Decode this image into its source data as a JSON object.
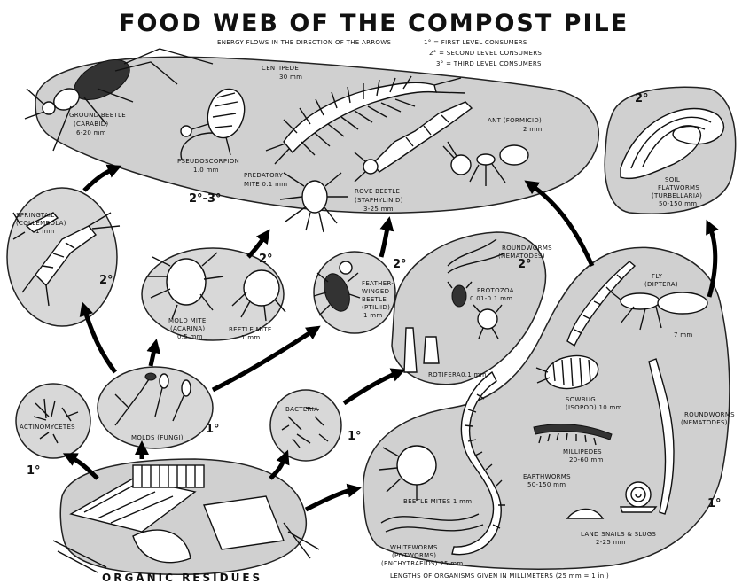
{
  "title": "FOOD WEB OF THE COMPOST PILE",
  "legend": {
    "line1": "ENERGY FLOWS IN THE DIRECTION OF THE ARROWS",
    "first": "1° = FIRST LEVEL CONSUMERS",
    "second": "2° = SECOND LEVEL CONSUMERS",
    "third": "3° = THIRD LEVEL CONSUMERS"
  },
  "footer_note": "LENGTHS OF ORGANISMS GIVEN IN MILLIMETERS (25 mm = 1 in.)",
  "levels": {
    "top_group": "2°-3°",
    "flatworm": "2°",
    "springtail": "2°",
    "mites": "2°",
    "beetle": "2°",
    "protozoa": "2°",
    "molds": "1°",
    "actinomycetes": "1°",
    "bacteria": "1°",
    "bottom_group": "1°"
  },
  "organisms": {
    "ground_beetle": [
      "GROUND BEETLE",
      "(CARABID)",
      "6-20 mm"
    ],
    "centipede": [
      "CENTIPEDE",
      "30 mm"
    ],
    "pseudoscorpion": [
      "PSEUDOSCORPION",
      "1.0 mm"
    ],
    "predatory_mite": [
      "PREDATORY",
      "MITE  0.1 mm"
    ],
    "rove_beetle": [
      "ROVE BEETLE",
      "(STAPHYLINID)",
      "3-25 mm"
    ],
    "ant": [
      "ANT (FORMICID)",
      "2 mm"
    ],
    "flatworm": [
      "SOIL",
      "FLATWORMS",
      "(TURBELLARIA)",
      "50-150 mm"
    ],
    "springtail": [
      "SPRINGTAIL",
      "(COLLEMBOLA)",
      "1 mm"
    ],
    "mold_mite": [
      "MOLD MITE",
      "(ACARINA)",
      "0.5 mm"
    ],
    "beetle_mite": [
      "BEETLE MITE",
      "1 mm"
    ],
    "feather_winged_beetle": [
      "FEATHER-",
      "WINGED",
      "BEETLE",
      "(PTILIID)",
      "1 mm"
    ],
    "roundworm": [
      "ROUNDWORMS",
      "(NEMATODES)"
    ],
    "protozoa": [
      "PROTOZOA",
      "0.01-0.1 mm"
    ],
    "rotifera": [
      "ROTIFERA",
      "0.1 mm"
    ],
    "fly": [
      "FLY",
      "(DIPTERA)"
    ],
    "fly_size": "7 mm",
    "sowbug": [
      "SOWBUG",
      "(ISOPOD) 10 mm"
    ],
    "millipede": [
      "MILLIPEDES",
      "20-60 mm"
    ],
    "earthworm": [
      "EARTHWORMS",
      "50-150 mm"
    ],
    "actinomycetes": [
      "ACTINOMYCETES"
    ],
    "molds": [
      "MOLDS (FUNGI)"
    ],
    "bacteria": [
      "BACTERIA"
    ],
    "beetle_mite_2": [
      "BEETLE MITES 1 mm"
    ],
    "whiteworm": [
      "WHITEWORMS",
      "(POTWORMS)",
      "(ENCHYTRAEIDS) 25 mm"
    ],
    "snail": [
      "LAND SNAILS & SLUGS",
      "2-25 mm"
    ]
  },
  "organic_residues": "ORGANIC    RESIDUES"
}
